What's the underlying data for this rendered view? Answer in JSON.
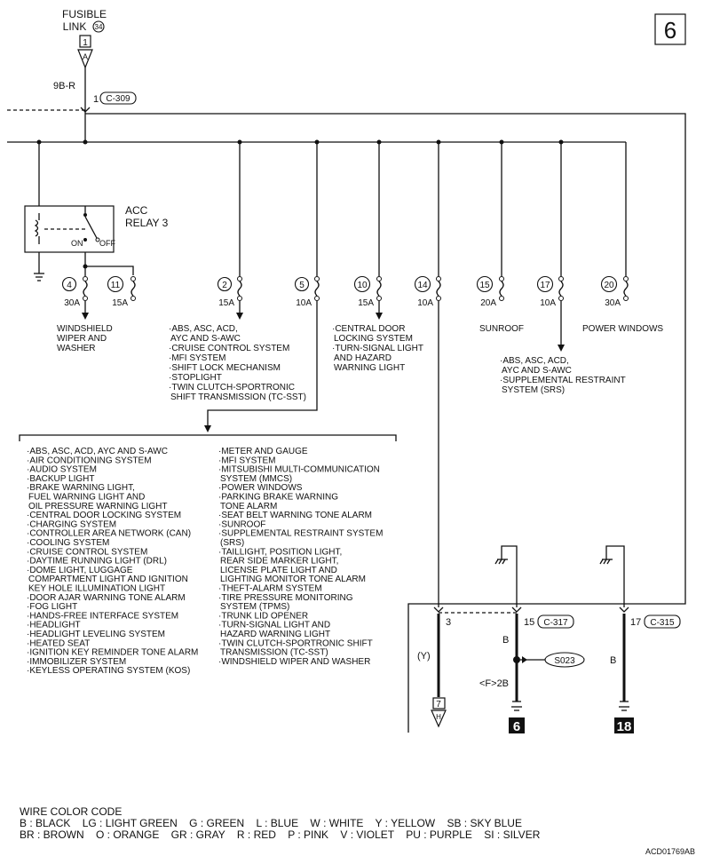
{
  "page_number": "6",
  "source": {
    "title_line1": "FUSIBLE",
    "title_line2": "LINK",
    "link_number": "34",
    "box_number": "1",
    "arrow_letter": "A",
    "wire_code": "9B-R",
    "pin": "1",
    "connector": "C-309"
  },
  "relay": {
    "name_line1": "ACC",
    "name_line2": "RELAY 3",
    "on_label": "ON",
    "off_label": "OFF"
  },
  "fuses": [
    {
      "num": "4",
      "amp": "30A"
    },
    {
      "num": "11",
      "amp": "15A"
    },
    {
      "num": "2",
      "amp": "15A"
    },
    {
      "num": "5",
      "amp": "10A"
    },
    {
      "num": "10",
      "amp": "15A"
    },
    {
      "num": "14",
      "amp": "10A"
    },
    {
      "num": "15",
      "amp": "20A"
    },
    {
      "num": "17",
      "amp": "10A"
    },
    {
      "num": "20",
      "amp": "30A"
    }
  ],
  "loads": {
    "fuse4": [
      "WINDSHIELD",
      "WIPER AND",
      "WASHER"
    ],
    "fuse2": [
      "·ABS, ASC, ACD,",
      "AYC AND S-AWC",
      "·CRUISE CONTROL SYSTEM",
      "·MFI SYSTEM",
      "·SHIFT LOCK MECHANISM",
      "·STOPLIGHT",
      "·TWIN CLUTCH-SPORTRONIC",
      "SHIFT TRANSMISSION (TC-SST)"
    ],
    "fuse10": [
      "·CENTRAL DOOR",
      "LOCKING SYSTEM",
      "·TURN-SIGNAL LIGHT",
      "AND HAZARD",
      "WARNING LIGHT"
    ],
    "fuse15": [
      "SUNROOF"
    ],
    "fuse17": [
      "·ABS, ASC, ACD,",
      "AYC AND S-AWC",
      "·SUPPLEMENTAL RESTRAINT",
      "SYSTEM (SRS)"
    ],
    "fuse20": [
      "POWER WINDOWS"
    ]
  },
  "fuse5_systems_col1": [
    "·ABS, ASC, ACD, AYC AND S-AWC",
    "·AIR CONDITIONING SYSTEM",
    "·AUDIO SYSTEM",
    "·BACKUP LIGHT",
    "·BRAKE WARNING LIGHT,",
    "FUEL WARNING LIGHT AND",
    "OIL PRESSURE WARNING LIGHT",
    "·CENTRAL DOOR LOCKING SYSTEM",
    "·CHARGING SYSTEM",
    "·CONTROLLER AREA NETWORK (CAN)",
    "·COOLING SYSTEM",
    "·CRUISE CONTROL SYSTEM",
    "·DAYTIME RUNNING LIGHT (DRL)",
    "·DOME LIGHT, LUGGAGE",
    "COMPARTMENT LIGHT AND IGNITION",
    "KEY HOLE ILLUMINATION LIGHT",
    "·DOOR AJAR WARNING TONE ALARM",
    "·FOG LIGHT",
    "·HANDS-FREE INTERFACE SYSTEM",
    "·HEADLIGHT",
    "·HEADLIGHT LEVELING SYSTEM",
    "·HEATED SEAT",
    "·IGNITION KEY REMINDER TONE ALARM",
    "·IMMOBILIZER SYSTEM",
    "·KEYLESS OPERATING SYSTEM (KOS)"
  ],
  "fuse5_systems_col2": [
    "·METER AND GAUGE",
    "·MFI SYSTEM",
    "·MITSUBISHI MULTI-COMMUNICATION",
    "SYSTEM (MMCS)",
    "·POWER WINDOWS",
    "·PARKING BRAKE WARNING",
    "TONE ALARM",
    "·SEAT BELT WARNING TONE ALARM",
    "·SUNROOF",
    "·SUPPLEMENTAL RESTRAINT SYSTEM",
    "(SRS)",
    "·TAILLIGHT, POSITION LIGHT,",
    "REAR SIDE MARKER LIGHT,",
    "LICENSE PLATE LIGHT AND",
    "LIGHTING MONITOR TONE ALARM",
    "·THEFT-ALARM SYSTEM",
    "·TIRE PRESSURE MONITORING",
    "SYSTEM (TPMS)",
    "·TRUNK LID OPENER",
    "·TURN-SIGNAL LIGHT AND",
    "HAZARD WARNING LIGHT",
    "·TWIN CLUTCH-SPORTRONIC SHIFT",
    "TRANSMISSION (TC-SST)",
    "·WINDSHIELD WIPER AND WASHER"
  ],
  "connectors_lower": {
    "pin3": "3",
    "pin15": "15",
    "conn15": "C-317",
    "pin17": "17",
    "conn17": "C-315",
    "wire_y": "(Y)",
    "wire_b1": "B",
    "wire_b2": "B",
    "splice": "S023",
    "ref_2b": "<F>2B",
    "out_box_number": "7",
    "out_arrow_letter": "H",
    "ground_6": "6",
    "ground_18": "18"
  },
  "legend": {
    "title": "WIRE COLOR CODE",
    "row1": "B : BLACK    LG : LIGHT GREEN    G : GREEN    L : BLUE    W : WHITE    Y : YELLOW    SB : SKY BLUE",
    "row2": "BR : BROWN    O : ORANGE    GR : GRAY    R : RED    P : PINK    V : VIOLET    PU : PURPLE    SI : SILVER"
  },
  "figure_code": "ACD01769AB"
}
